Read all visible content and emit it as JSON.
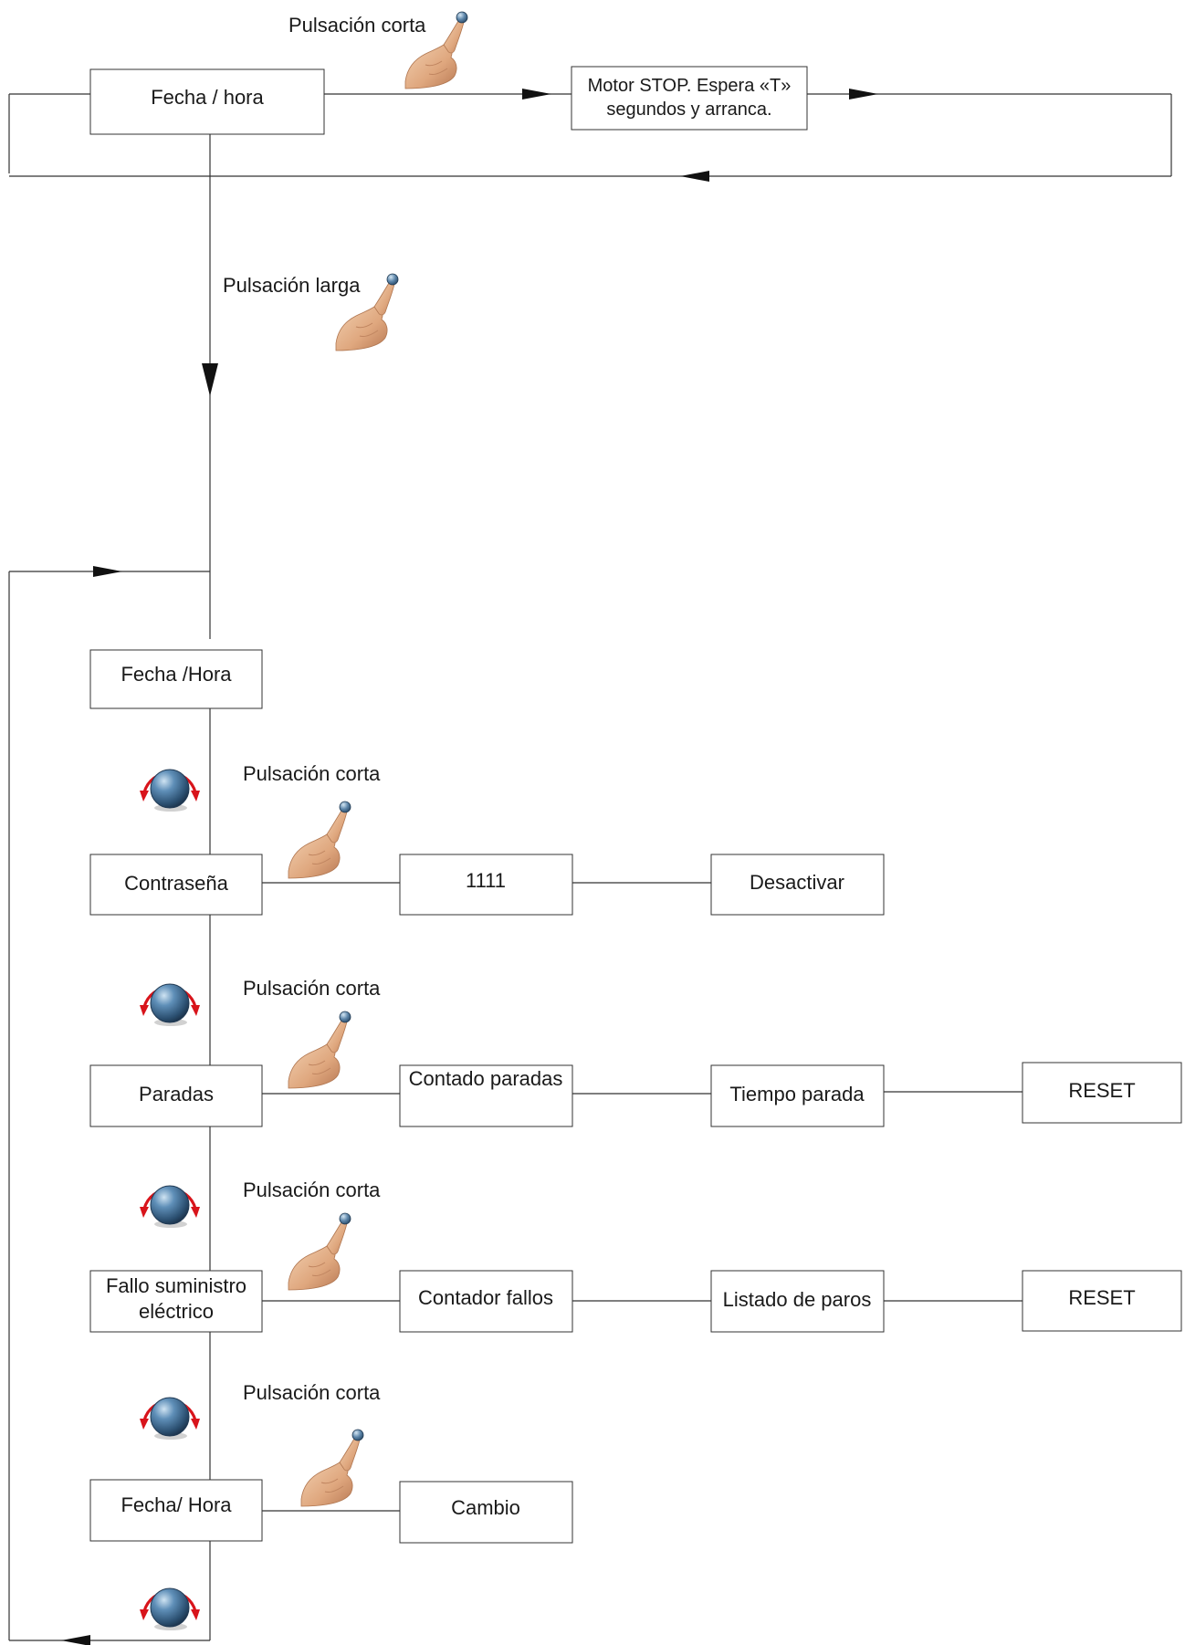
{
  "labels": {
    "short_press": "Pulsación corta",
    "long_press": "Pulsación larga"
  },
  "top": {
    "fecha_hora": "Fecha / hora",
    "motor_line1": "Motor STOP. Espera «T»",
    "motor_line2": "segundos y arranca."
  },
  "menu": {
    "fecha_hora": "Fecha /Hora",
    "contrasena": "Contraseña",
    "paradas": "Paradas",
    "fallo_line1": "Fallo suministro",
    "fallo_line2": "eléctrico",
    "fecha_hora_2": "Fecha/ Hora"
  },
  "contrasena_flow": {
    "code": "1111",
    "action": "Desactivar"
  },
  "paradas_flow": {
    "count": "Contado paradas",
    "time": "Tiempo parada",
    "reset": "RESET"
  },
  "fallo_flow": {
    "count": "Contador fallos",
    "list": "Listado de paros",
    "reset": "RESET"
  },
  "fecha_flow": {
    "change": "Cambio"
  },
  "icons": {
    "press": "finger-press-icon",
    "rotate": "rotary-knob-icon"
  },
  "colors": {
    "knob": "#3f6f96",
    "rotate_arrow": "#d8141b",
    "hand": "#e8b992"
  }
}
